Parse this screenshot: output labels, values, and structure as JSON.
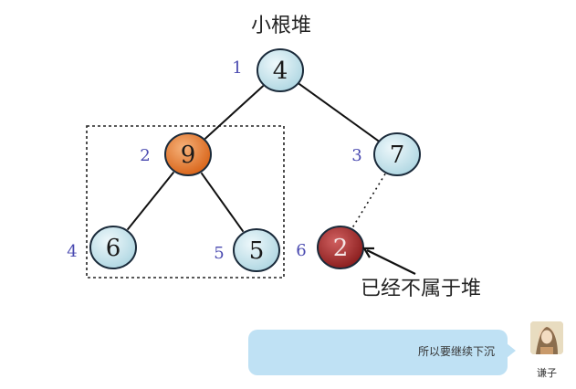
{
  "diagram": {
    "title": "小根堆",
    "annotation": "已经不属于堆",
    "nodes": [
      {
        "id": "n1",
        "index": "1",
        "value": "4",
        "state": "normal"
      },
      {
        "id": "n2",
        "index": "2",
        "value": "9",
        "state": "sinking"
      },
      {
        "id": "n3",
        "index": "3",
        "value": "7",
        "state": "normal"
      },
      {
        "id": "n4",
        "index": "4",
        "value": "6",
        "state": "normal"
      },
      {
        "id": "n5",
        "index": "5",
        "value": "5",
        "state": "normal"
      },
      {
        "id": "n6",
        "index": "6",
        "value": "2",
        "state": "removed"
      }
    ],
    "edges": [
      {
        "from": "n1",
        "to": "n2",
        "style": "solid"
      },
      {
        "from": "n1",
        "to": "n3",
        "style": "solid"
      },
      {
        "from": "n2",
        "to": "n4",
        "style": "solid"
      },
      {
        "from": "n2",
        "to": "n5",
        "style": "solid"
      },
      {
        "from": "n3",
        "to": "n6",
        "style": "dotted"
      }
    ],
    "colors": {
      "normal_fill": "#c6e4ec",
      "sinking_fill": "#e07a2e",
      "removed_fill": "#a52a2a",
      "node_stroke": "#1a2a3a",
      "index_color": "#4a4ab0"
    }
  },
  "chat": {
    "message": "所以要继续下沉",
    "sender": "谦子",
    "bubble_color": "#bfe1f4"
  }
}
